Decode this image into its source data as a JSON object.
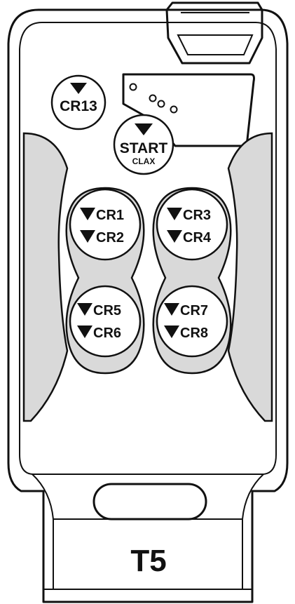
{
  "device": {
    "model": "T5"
  },
  "buttons": {
    "cr13": {
      "label": "CR13"
    },
    "start": {
      "label": "START",
      "sublabel": "CLAX"
    },
    "b1": {
      "top": "CR1",
      "bottom": "CR2"
    },
    "b2": {
      "top": "CR3",
      "bottom": "CR4"
    },
    "b3": {
      "top": "CR5",
      "bottom": "CR6"
    },
    "b4": {
      "top": "CR7",
      "bottom": "CR8"
    }
  },
  "colors": {
    "outline": "#111111",
    "grip_fill": "#d9d9d9",
    "background": "#ffffff"
  }
}
